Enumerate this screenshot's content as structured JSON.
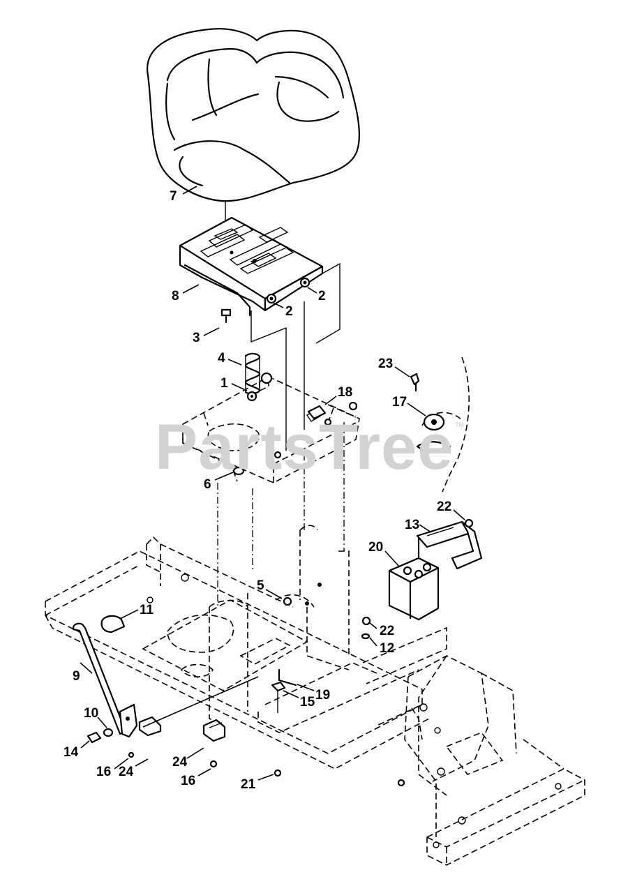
{
  "watermark": {
    "text": "PartsTree",
    "tm": "TM"
  },
  "callouts": [
    {
      "id": "7",
      "text": "7"
    },
    {
      "id": "8",
      "text": "8"
    },
    {
      "id": "2a",
      "text": "2"
    },
    {
      "id": "2b",
      "text": "2"
    },
    {
      "id": "3",
      "text": "3"
    },
    {
      "id": "4",
      "text": "4"
    },
    {
      "id": "1",
      "text": "1"
    },
    {
      "id": "18",
      "text": "18"
    },
    {
      "id": "23",
      "text": "23"
    },
    {
      "id": "17",
      "text": "17"
    },
    {
      "id": "6",
      "text": "6"
    },
    {
      "id": "22a",
      "text": "22"
    },
    {
      "id": "13",
      "text": "13"
    },
    {
      "id": "20",
      "text": "20"
    },
    {
      "id": "5",
      "text": "5"
    },
    {
      "id": "11",
      "text": "11"
    },
    {
      "id": "22b",
      "text": "22"
    },
    {
      "id": "12",
      "text": "12"
    },
    {
      "id": "9",
      "text": "9"
    },
    {
      "id": "19",
      "text": "19"
    },
    {
      "id": "15",
      "text": "15"
    },
    {
      "id": "10",
      "text": "10"
    },
    {
      "id": "14",
      "text": "14"
    },
    {
      "id": "24a",
      "text": "24"
    },
    {
      "id": "16a",
      "text": "16"
    },
    {
      "id": "24b",
      "text": "24"
    },
    {
      "id": "16b",
      "text": "16"
    },
    {
      "id": "21",
      "text": "21"
    }
  ]
}
